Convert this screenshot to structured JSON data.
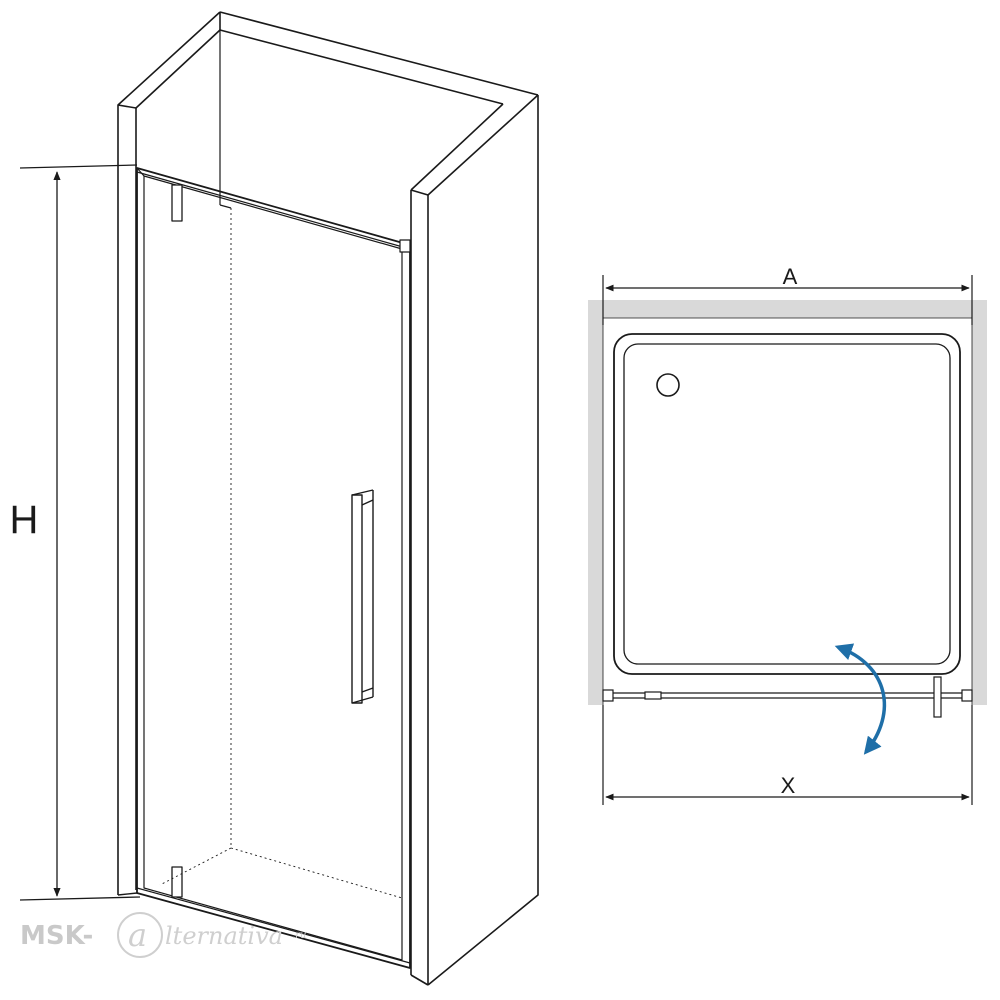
{
  "labels": {
    "height": "H",
    "width_wall": "A",
    "width_door": "X"
  },
  "watermark": {
    "brand": "MSK-",
    "script": "lternativa",
    "suffix": ".ru"
  },
  "colors": {
    "line": "#1a1a1a",
    "wall_fill": "#d9d9d9",
    "arrow": "#1f6fa8",
    "watermark": "#c9c9c9"
  }
}
